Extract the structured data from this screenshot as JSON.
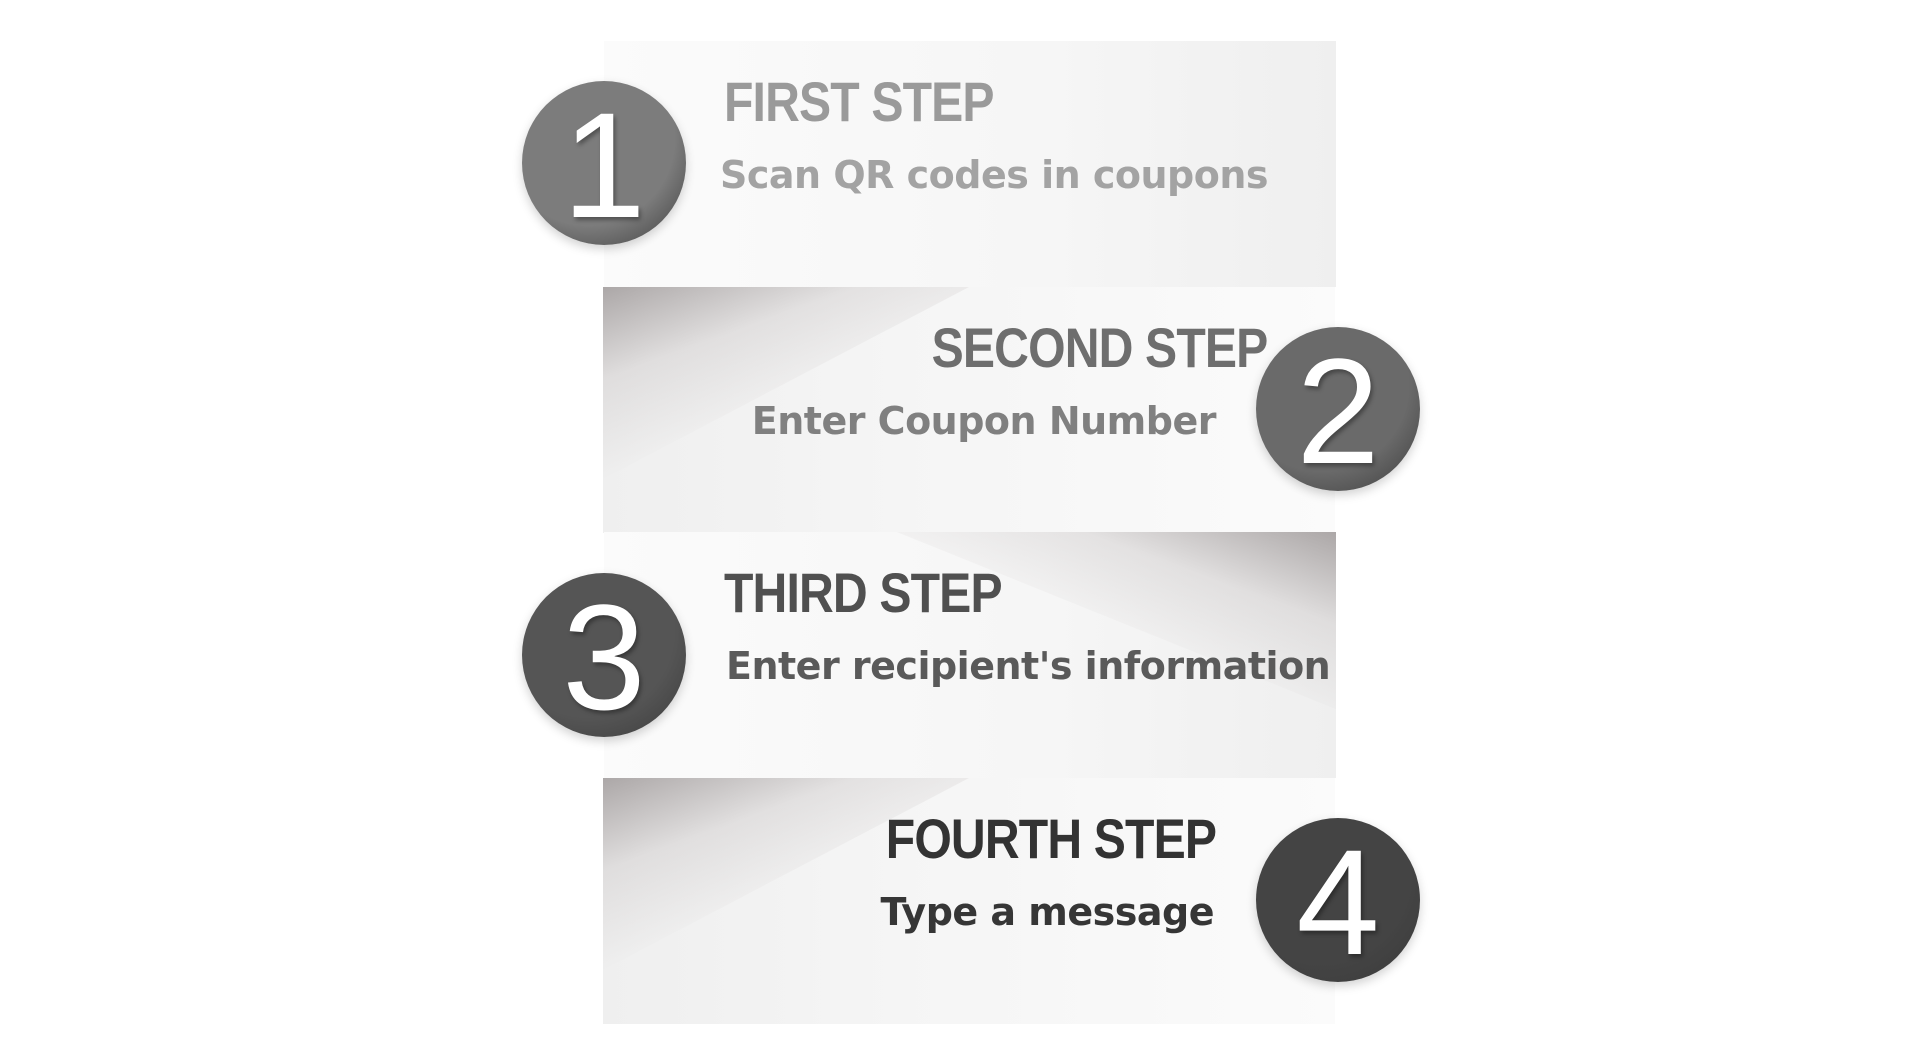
{
  "steps": [
    {
      "number": "1",
      "title": "FIRST STEP",
      "description": "Scan QR codes in coupons",
      "title_color": "#9a9a9a",
      "desc_color": "#a3a3a3",
      "badge_color": "#7c7c7c"
    },
    {
      "number": "2",
      "title": "SECOND STEP",
      "description": "Enter Coupon Number",
      "title_color": "#6e6e6e",
      "desc_color": "#808080",
      "badge_color": "#6a6a6a"
    },
    {
      "number": "3",
      "title": "THIRD STEP",
      "description": "Enter recipient's information",
      "title_color": "#505050",
      "desc_color": "#5a5a5a",
      "badge_color": "#555555"
    },
    {
      "number": "4",
      "title": "FOURTH STEP",
      "description": "Type a message",
      "title_color": "#333333",
      "desc_color": "#363636",
      "badge_color": "#444444"
    }
  ]
}
